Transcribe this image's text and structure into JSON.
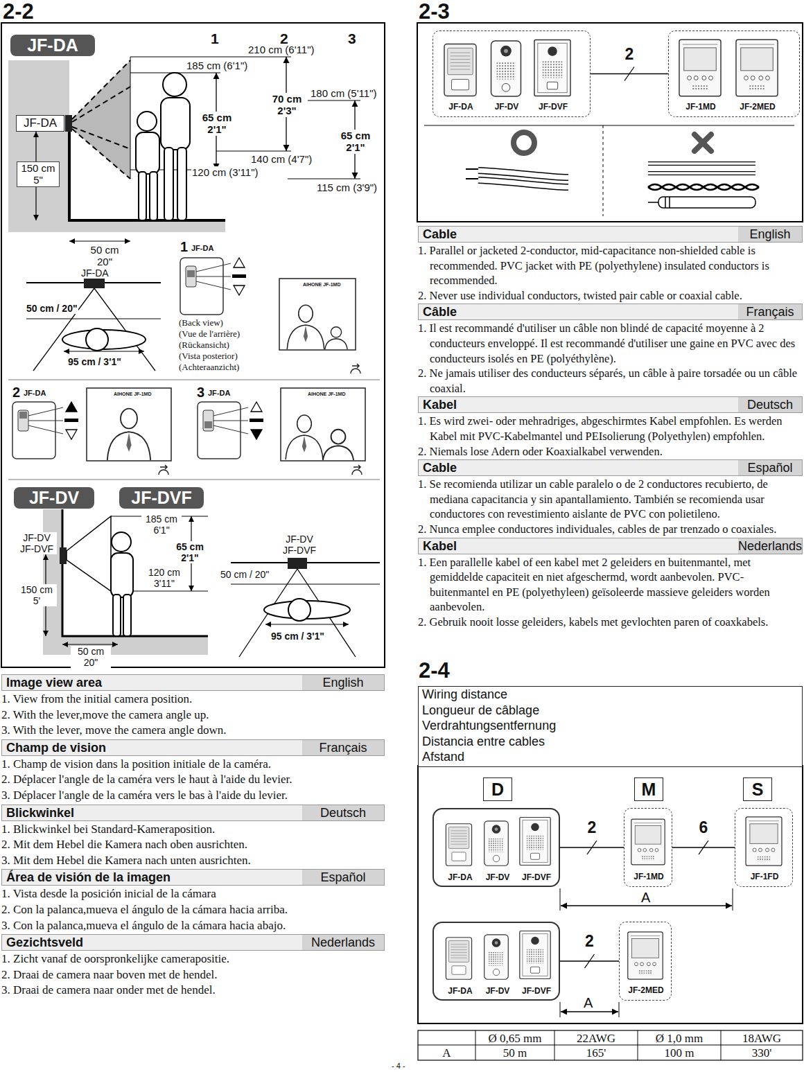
{
  "diagram": {
    "nodes": [
      {
        "text": [
          "JF-DA"
        ]
      },
      {
        "text": [
          "JF-DA"
        ]
      },
      {
        "text": [
          "JF-DV"
        ]
      },
      {
        "text": [
          "JF-DVF"
        ]
      },
      {
        "text": [
          "Image view area",
          "English"
        ]
      },
      {
        "text": [
          "Champ de vision",
          "Français"
        ]
      },
      {
        "text": [
          "Blickwinkel",
          "Deutsch"
        ]
      },
      {
        "text": [
          "Área de visión de la imagen",
          "Español"
        ]
      },
      {
        "text": [
          "Gezichtsveld",
          "Nederlands"
        ]
      },
      {
        "text": [
          "JF-DA",
          "JF-DV",
          "JF-DVF"
        ]
      },
      {
        "text": [
          "JF-1MD",
          "JF-2MED"
        ]
      },
      {
        "text": [
          "Cable",
          "English"
        ]
      },
      {
        "text": [
          "Câble",
          "Français"
        ]
      },
      {
        "text": [
          "Kabel",
          "Deutsch"
        ]
      },
      {
        "text": [
          "Cable",
          "Español"
        ]
      },
      {
        "text": [
          "Kabel",
          "Nederlands"
        ]
      },
      {
        "text": [
          "Wiring distance",
          "Longueur de câblage",
          "Verdrahtungsentfernung",
          "Distancia entre cables",
          "Afstand"
        ]
      },
      {
        "text": [
          "D"
        ]
      },
      {
        "text": [
          "M"
        ]
      },
      {
        "text": [
          "S"
        ]
      },
      {
        "text": [
          "JF-DA",
          "JF-DV",
          "JF-DVF"
        ]
      },
      {
        "text": [
          "JF-1MD"
        ]
      },
      {
        "text": [
          "JF-1FD"
        ]
      },
      {
        "text": [
          "JF-DA",
          "JF-DV",
          "JF-DVF"
        ]
      },
      {
        "text": [
          "JF-2MED"
        ]
      }
    ],
    "edges": [
      {
        "from": 9,
        "to": 10,
        "arrow": "none",
        "label": "2"
      },
      {
        "from": 20,
        "to": 21,
        "arrow": "none",
        "label": "2"
      },
      {
        "from": 21,
        "to": 22,
        "arrow": "none",
        "label": "6"
      },
      {
        "from": 23,
        "to": 24,
        "arrow": "none",
        "label": "2"
      }
    ],
    "labels": [
      "2-2",
      "1",
      "2",
      "3",
      "210 cm (6'11\")",
      "185 cm (6'1\")",
      "70 cm 2'3\"",
      "180 cm (5'11\")",
      "65 cm 2'1\"",
      "65 cm 2'1\"",
      "140 cm (4'7\")",
      "120 cm (3'11\")",
      "115 cm (3'9\")",
      "150 cm 5\"",
      "50 cm 20\"",
      "1",
      "JF-DA",
      "JF-DA",
      "50 cm / 20\"",
      "95 cm / 3'1\"",
      "(Back view)",
      "(Vue de l'arrière)",
      "(Rückansicht)",
      "(Vista posterior)",
      "(Achteraanzicht)",
      "AIHONE JF-1MD",
      "2",
      "JF-DA",
      "AIHONE JF-1MD",
      "3",
      "JF-DA",
      "AIHONE JF-1MD",
      "JF-DV JF-DVF",
      "185 cm 6'1\"",
      "65 cm 2'1\"",
      "120 cm 3'11\"",
      "150 cm 5'",
      "50 cm 20\"",
      "JF-DV JF-DVF",
      "50 cm / 20\"",
      "95 cm / 3'1\"",
      "1. View from the initial camera position.",
      "2. With the lever,move the camera angle up.",
      "3. With the lever, move the camera angle down.",
      "1. Champ de vision dans la position initiale de la caméra.",
      "2. Déplacer l'angle de la caméra vers le haut à l'aide du levier.",
      "3. Déplacer l'angle de la caméra vers le bas à l'aide du levier.",
      "1. Blickwinkel bei Standard-Kameraposition.",
      "2. Mit dem Hebel die Kamera nach oben ausrichten.",
      "3. Mit dem Hebel die Kamera nach unten ausrichten.",
      "1. Vista desde la posición inicial de la cámara",
      "2. Con la palanca,mueva el ángulo de la cámara hacia arriba.",
      "3. Con la palanca,mueva el ángulo de la cámara hacia abajo.",
      "1. Zicht vanaf de oorspronkelijke camerapositie.",
      "2. Draai de camera naar boven met de hendel.",
      "3. Draai de camera naar onder met de hendel.",
      "2-3",
      "- 4 -",
      "1. Parallel or jacketed 2-conductor, mid-capacitance non-shielded cable is recommended. PVC jacket with PE (polyethylene) insulated conductors is recommended.",
      "2. Never use individual conductors, twisted pair cable or coaxial cable.",
      "1. Il est recommandé d'utiliser un câble non blindé de capacité moyenne à 2 conducteurs enveloppé. Il est recommandé d'utiliser une gaine en PVC avec des conducteurs isolés en PE (polyéthylène).",
      "2. Ne jamais utiliser des conducteurs séparés, un câble à paire torsadée ou un câble coaxial.",
      "1. Es wird zwei- oder mehradriges, abgeschirmtes Kabel empfohlen. Es werden Kabel mit PVC-Kabelmantel und PEIsolierung (Polyethylen) empfohlen.",
      "2. Niemals lose Adern oder Koaxialkabel verwenden.",
      "1. Se recomienda utilizar un cable paralelo o de 2 conductores recubierto, de mediana capacitancia y sin apantallamiento. También se recomienda usar conductores con revestimiento aislante de PVC con polietileno.",
      "2. Nunca emplee conductores individuales, cables de par trenzado o coaxiales.",
      "1. Een parallelle kabel of een kabel met 2 geleiders en buitenmantel, met gemiddelde capaciteit en niet afgeschermd, wordt aanbevolen. PVC-buitenmantel en PE (polyethyleen) geïsoleerde massieve geleiders worden aanbevolen.",
      "2. Gebruik nooit losse geleiders, kabels met gevlochten paren of coaxkabels.",
      "2-4",
      "A",
      "A",
      "Ø 0,65 mm",
      "22AWG",
      "Ø 1,0 mm",
      "18AWG",
      "A",
      "50 m",
      "165'",
      "100 m",
      "330'"
    ]
  }
}
